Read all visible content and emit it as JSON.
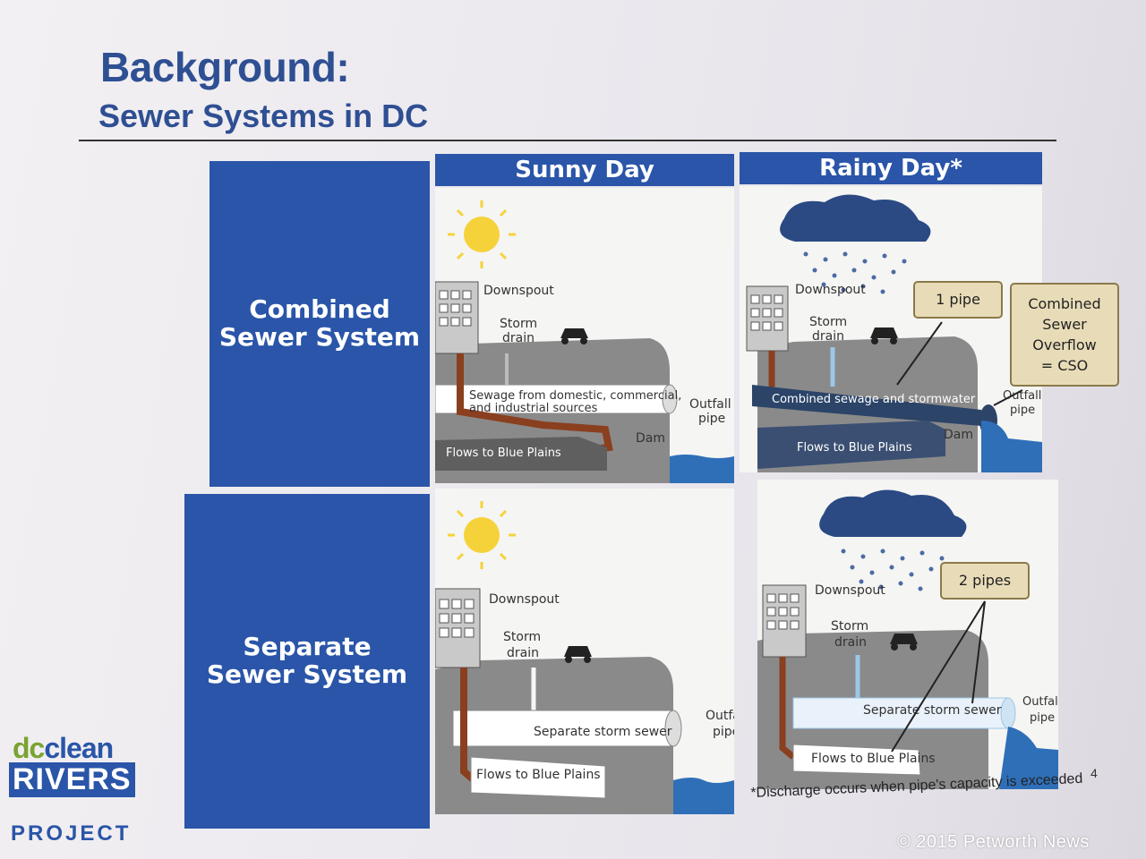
{
  "slide": {
    "title": "Background:",
    "subtitle": "Sewer Systems in DC",
    "page_number": "4",
    "footnote": "*Discharge occurs when pipe's capacity is exceeded"
  },
  "columns": {
    "sunny": "Sunny Day",
    "rainy": "Rainy Day*"
  },
  "rows": {
    "combined": [
      "Combined",
      "Sewer System"
    ],
    "separate": [
      "Separate",
      "Sewer System"
    ]
  },
  "labels": {
    "downspout": "Downspout",
    "storm": "Storm",
    "drain": "drain",
    "outfall": "Outfall",
    "pipe": "pipe",
    "dam": "Dam",
    "sewage_line1": "Sewage from domestic, commercial,",
    "sewage_line2": "and industrial sources",
    "flows": "Flows to Blue Plains",
    "combined_flow": "Combined sewage and stormwater",
    "separate_storm": "Separate storm sewer"
  },
  "callouts": {
    "one_pipe": "1 pipe",
    "cso": [
      "Combined",
      "Sewer",
      "Overflow",
      "= CSO"
    ],
    "two_pipes": "2 pipes"
  },
  "logo": {
    "dc": "dc",
    "clean": "clean",
    "rivers": "RIVERS",
    "project": "PROJECT"
  },
  "copyright": "© 2015 Petworth News",
  "colors": {
    "brand_blue": "#2a55a8",
    "callout_fill": "#e8dcb8",
    "sewage_brown": "#8a3f1e"
  }
}
